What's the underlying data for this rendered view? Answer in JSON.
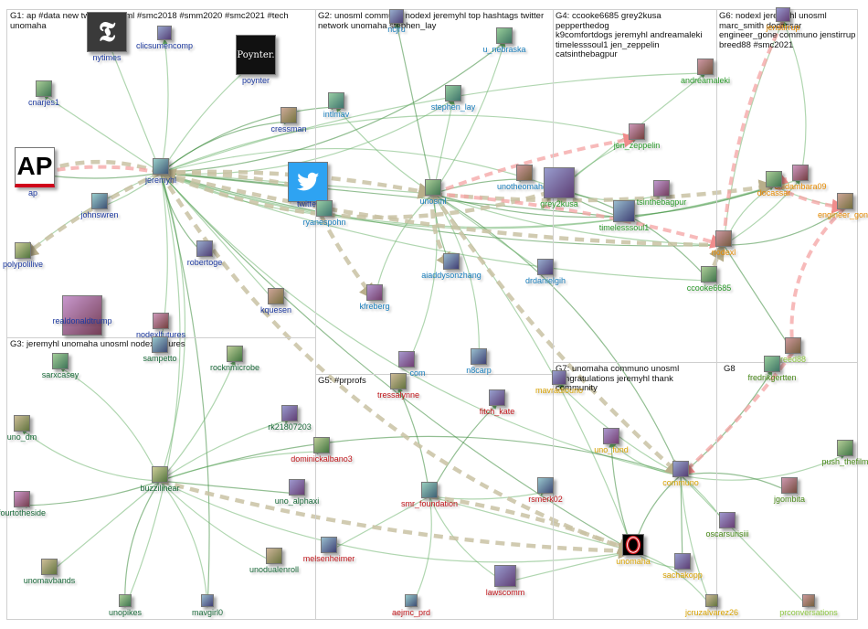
{
  "groups": [
    {
      "id": "G1",
      "title": "G1: ap #data new twitter unosml #smc2018 #smm2020 #smc2021 #tech\nunomaha"
    },
    {
      "id": "G2",
      "title": "G2: unosml communo nodexl jeremyhl top hashtags twitter\nnetwork unomaha stephen_lay"
    },
    {
      "id": "G3",
      "title": "G3: jeremyhl unomaha unosml nodexl futures"
    },
    {
      "id": "G4",
      "title": "G4: ccooke6685 grey2kusa pepperthedog\nk9comfortdogs jeremyhl andreamaleki\ntimelesssoul1 jen_zeppelin\ncatsinthebagpur"
    },
    {
      "id": "G5",
      "title": "G5: #prprofs"
    },
    {
      "id": "G6",
      "title": "G6: nodexl jeremyhl unosml\nmarc_smith docassar\nengineer_gone communo jenstirrup\nbreed88 #smc2021"
    },
    {
      "id": "G7",
      "title": "G7: unomaha communo unosml\ncongratulations jeremyhl thank community"
    },
    {
      "id": "G8",
      "title": "G8"
    }
  ],
  "nodes": [
    {
      "id": "nytimes",
      "label": "nytimes",
      "color": "#1e3aa0",
      "avatar": "logo-nyt"
    },
    {
      "id": "clicsumencomp",
      "label": "clicsumencomp",
      "color": "#1e3aa0",
      "avatar": "photo"
    },
    {
      "id": "poynter",
      "label": "poynter",
      "color": "#1e3aa0",
      "avatar": "logo-poynter",
      "logo_text": "Poynter."
    },
    {
      "id": "cnarjes1",
      "label": "cnarjes1",
      "color": "#1e3aa0",
      "avatar": "photo"
    },
    {
      "id": "cressman",
      "label": "cressman",
      "color": "#1e3aa0",
      "avatar": "photo"
    },
    {
      "id": "ap",
      "label": "ap",
      "color": "#1e3aa0",
      "avatar": "logo-ap",
      "logo_text": "AP"
    },
    {
      "id": "jeremyhl",
      "label": "jeremyhl",
      "color": "#1e3aa0",
      "avatar": "photo"
    },
    {
      "id": "johnswren",
      "label": "johnswren",
      "color": "#1e3aa0",
      "avatar": "photo"
    },
    {
      "id": "twitter",
      "label": "twitter",
      "color": "#1e3aa0",
      "avatar": "logo-twitter"
    },
    {
      "id": "polypolilive",
      "label": "polypolilive",
      "color": "#1e3aa0",
      "avatar": "photo"
    },
    {
      "id": "robertoge",
      "label": "robertoge",
      "color": "#1e3aa0",
      "avatar": "photo"
    },
    {
      "id": "kquesen",
      "label": "kquesen",
      "color": "#1e3aa0",
      "avatar": "photo"
    },
    {
      "id": "realdonaldtrump",
      "label": "realdonaldtrump",
      "color": "#1e3aa0",
      "avatar": "photo"
    },
    {
      "id": "nodexlfutures",
      "label": "nodexlfutures",
      "color": "#1e3aa0",
      "avatar": "photo"
    },
    {
      "id": "ncjru",
      "label": "ncjru",
      "color": "#1a7fbd",
      "avatar": "photo"
    },
    {
      "id": "u_nebraska",
      "label": "u_nebraska",
      "color": "#1a7fbd",
      "avatar": "photo"
    },
    {
      "id": "intlmav",
      "label": "intlmav",
      "color": "#1a7fbd",
      "avatar": "photo"
    },
    {
      "id": "stephen_lay",
      "label": "stephen_lay",
      "color": "#1a7fbd",
      "avatar": "photo"
    },
    {
      "id": "ryanespohn",
      "label": "ryanespohn",
      "color": "#1a7fbd",
      "avatar": "photo"
    },
    {
      "id": "unosml",
      "label": "unosml",
      "color": "#1a7fbd",
      "avatar": "photo"
    },
    {
      "id": "unotheomahan",
      "label": "unotheomahan",
      "color": "#1a7fbd",
      "avatar": "photo"
    },
    {
      "id": "aiaddysonzhang",
      "label": "aiaddysonzhang",
      "color": "#1a7fbd",
      "avatar": "photo"
    },
    {
      "id": "drdanielgih",
      "label": "drdanielgih",
      "color": "#1a7fbd",
      "avatar": "photo"
    },
    {
      "id": "kfreberg",
      "label": "kfreberg",
      "color": "#1a7fbd",
      "avatar": "photo"
    },
    {
      "id": "dotcom",
      "label": "com",
      "color": "#1a7fbd",
      "avatar": "photo"
    },
    {
      "id": "n8carp",
      "label": "n8carp",
      "color": "#1a7fbd",
      "avatar": "photo"
    },
    {
      "id": "andreamaleki",
      "label": "andreamaleki",
      "color": "#2a9a2a",
      "avatar": "photo"
    },
    {
      "id": "jen_zeppelin",
      "label": "jen_zeppelin",
      "color": "#2a9a2a",
      "avatar": "photo"
    },
    {
      "id": "grey2kusa",
      "label": "grey2kusa",
      "color": "#2a9a2a",
      "avatar": "photo"
    },
    {
      "id": "catsinthebagpur",
      "label": "tsinthebagpur",
      "color": "#2a9a2a",
      "avatar": "photo"
    },
    {
      "id": "timelesssoul1",
      "label": "timelesssoul1",
      "color": "#2a9a2a",
      "avatar": "photo"
    },
    {
      "id": "ccooke6685",
      "label": "ccooke6685",
      "color": "#2a9a2a",
      "avatar": "photo"
    },
    {
      "id": "jenstirrup",
      "label": "jenstirrup",
      "color": "#e68a00",
      "avatar": "photo"
    },
    {
      "id": "chidambara09",
      "label": "chidambara09",
      "color": "#e68a00",
      "avatar": "photo"
    },
    {
      "id": "docassar",
      "label": "docassar",
      "color": "#e68a00",
      "avatar": "photo"
    },
    {
      "id": "engineer_gone",
      "label": "engineer_gone",
      "color": "#e68a00",
      "avatar": "photo"
    },
    {
      "id": "nodexl",
      "label": "nodexl",
      "color": "#e68a00",
      "avatar": "photo"
    },
    {
      "id": "sarxcasey",
      "label": "sarxcasey",
      "color": "#1a6a3a",
      "avatar": "photo"
    },
    {
      "id": "sampetto",
      "label": "sampetto",
      "color": "#1a6a3a",
      "avatar": "photo"
    },
    {
      "id": "rocknmicrobe",
      "label": "rocknmicrobe",
      "color": "#1a6a3a",
      "avatar": "photo"
    },
    {
      "id": "uno_dm",
      "label": "uno_dm",
      "color": "#1a6a3a",
      "avatar": "photo"
    },
    {
      "id": "rk21807203",
      "label": "rk21807203",
      "color": "#1a6a3a",
      "avatar": "photo"
    },
    {
      "id": "buzzilinear",
      "label": "buzzilinear",
      "color": "#1a6a3a",
      "avatar": "photo"
    },
    {
      "id": "uno_alphaxi",
      "label": "uno_alphaxi",
      "color": "#1a6a3a",
      "avatar": "photo"
    },
    {
      "id": "fourtotheside",
      "label": "fourtotheside",
      "color": "#1a6a3a",
      "avatar": "photo"
    },
    {
      "id": "unomavbands",
      "label": "unomavbands",
      "color": "#1a6a3a",
      "avatar": "photo"
    },
    {
      "id": "unodualenroll",
      "label": "unodualenroll",
      "color": "#1a6a3a",
      "avatar": "photo"
    },
    {
      "id": "unopikes",
      "label": "unopikes",
      "color": "#1a6a3a",
      "avatar": "photo"
    },
    {
      "id": "mavgirl0",
      "label": "mavgirl0",
      "color": "#1a6a3a",
      "avatar": "photo"
    },
    {
      "id": "tressalynne",
      "label": "tressalynne",
      "color": "#c0151a",
      "avatar": "photo"
    },
    {
      "id": "fitch_kate",
      "label": "fitch_kate",
      "color": "#c0151a",
      "avatar": "photo"
    },
    {
      "id": "dominickalbano3",
      "label": "dominickalbano3",
      "color": "#c0151a",
      "avatar": "photo"
    },
    {
      "id": "smr_foundation",
      "label": "smr_foundation",
      "color": "#c0151a",
      "avatar": "photo"
    },
    {
      "id": "rsmerk02",
      "label": "rsmerk02",
      "color": "#c0151a",
      "avatar": "photo"
    },
    {
      "id": "melsenheimer",
      "label": "melsenheimer",
      "color": "#c0151a",
      "avatar": "photo"
    },
    {
      "id": "lawscomm",
      "label": "lawscomm",
      "color": "#c0151a",
      "avatar": "photo"
    },
    {
      "id": "aejmc_prd",
      "label": "aejmc_prd",
      "color": "#c0151a",
      "avatar": "photo"
    },
    {
      "id": "mavradiouno",
      "label": "mavradiouno",
      "color": "#d9a300",
      "avatar": "photo"
    },
    {
      "id": "uno_fund",
      "label": "uno_fund",
      "color": "#d9a300",
      "avatar": "photo"
    },
    {
      "id": "communo",
      "label": "communo",
      "color": "#d9a300",
      "avatar": "photo"
    },
    {
      "id": "unomaha",
      "label": "unomaha",
      "color": "#d9a300",
      "avatar": "logo-unomaha"
    },
    {
      "id": "sachakopp",
      "label": "sachakopp",
      "color": "#d9a300",
      "avatar": "photo"
    },
    {
      "id": "jcruzalvarez26",
      "label": "jcruzalvarez26",
      "color": "#d9a300",
      "avatar": "photo"
    },
    {
      "id": "breed88",
      "label": "reed88",
      "color": "#8cc63f",
      "avatar": "photo"
    },
    {
      "id": "fredrikgertten",
      "label": "fredrikgertten",
      "color": "#4a8a1a",
      "avatar": "photo"
    },
    {
      "id": "push_thefilm",
      "label": "push_thefilm",
      "color": "#4a8a1a",
      "avatar": "photo"
    },
    {
      "id": "jgombita",
      "label": "jgombita",
      "color": "#4a8a1a",
      "avatar": "photo"
    },
    {
      "id": "oscarsurisiii",
      "label": "oscarsurisiii",
      "color": "#4a8a1a",
      "avatar": "photo"
    },
    {
      "id": "prconversations",
      "label": "prconversations",
      "color": "#8cc63f",
      "avatar": "photo"
    }
  ],
  "edges": [
    [
      "jeremyhl",
      "cressman"
    ],
    [
      "jeremyhl",
      "poynter"
    ],
    [
      "jeremyhl",
      "unosml"
    ],
    [
      "jeremyhl",
      "nodexl"
    ],
    [
      "jeremyhl",
      "docassar"
    ],
    [
      "jeremyhl",
      "grey2kusa"
    ],
    [
      "jeremyhl",
      "ap"
    ],
    [
      "jeremyhl",
      "cnarjes1"
    ],
    [
      "jeremyhl",
      "polypolilive"
    ],
    [
      "jeremyhl",
      "robertoge"
    ],
    [
      "jeremyhl",
      "buzzilinear"
    ],
    [
      "jeremyhl",
      "sampetto"
    ],
    [
      "jeremyhl",
      "twitter"
    ],
    [
      "jeremyhl",
      "ryanespohn"
    ],
    [
      "jeremyhl",
      "stephen_lay"
    ],
    [
      "jeremyhl",
      "intlmav"
    ],
    [
      "jeremyhl",
      "johnswren"
    ],
    [
      "jeremyhl",
      "kquesen"
    ],
    [
      "jeremyhl",
      "unomaha"
    ],
    [
      "jeremyhl",
      "communo"
    ],
    [
      "jeremyhl",
      "unopikes"
    ],
    [
      "jeremyhl",
      "mavgirl0"
    ],
    [
      "jeremyhl",
      "nytimes"
    ],
    [
      "jeremyhl",
      "clicsumencomp"
    ],
    [
      "jeremyhl",
      "u_nebraska"
    ],
    [
      "jeremyhl",
      "jen_zeppelin"
    ],
    [
      "jeremyhl",
      "andreamaleki"
    ],
    [
      "jeremyhl",
      "timelesssoul1"
    ],
    [
      "jeremyhl",
      "ccooke6685"
    ],
    [
      "jeremyhl",
      "chidambara09"
    ],
    [
      "unosml",
      "communo"
    ],
    [
      "unosml",
      "unomaha"
    ],
    [
      "unosml",
      "drdanielgih"
    ],
    [
      "unosml",
      "aiaddysonzhang"
    ],
    [
      "unosml",
      "kfreberg"
    ],
    [
      "unosml",
      "n8carp"
    ],
    [
      "unosml",
      "unotheomahan"
    ],
    [
      "unosml",
      "stephen_lay"
    ],
    [
      "unosml",
      "nodexl"
    ],
    [
      "unosml",
      "docassar"
    ],
    [
      "unosml",
      "dotcom"
    ],
    [
      "unosml",
      "intlmav"
    ],
    [
      "unosml",
      "ncjru"
    ],
    [
      "unosml",
      "u_nebraska"
    ],
    [
      "grey2kusa",
      "catsinthebagpur"
    ],
    [
      "grey2kusa",
      "ccooke6685"
    ],
    [
      "grey2kusa",
      "jen_zeppelin"
    ],
    [
      "grey2kusa",
      "andreamaleki"
    ],
    [
      "grey2kusa",
      "timelesssoul1"
    ],
    [
      "buzzilinear",
      "sarxcasey"
    ],
    [
      "buzzilinear",
      "uno_dm"
    ],
    [
      "buzzilinear",
      "fourtotheside"
    ],
    [
      "buzzilinear",
      "unomavbands"
    ],
    [
      "buzzilinear",
      "unodualenroll"
    ],
    [
      "buzzilinear",
      "unopikes"
    ],
    [
      "buzzilinear",
      "mavgirl0"
    ],
    [
      "buzzilinear",
      "rk21807203"
    ],
    [
      "buzzilinear",
      "uno_alphaxi"
    ],
    [
      "buzzilinear",
      "rocknmicrobe"
    ],
    [
      "buzzilinear",
      "unomaha"
    ],
    [
      "buzzilinear",
      "communo"
    ],
    [
      "buzzilinear",
      "dominickalbano3"
    ],
    [
      "smr_foundation",
      "unomaha"
    ],
    [
      "smr_foundation",
      "tressalynne"
    ],
    [
      "smr_foundation",
      "lawscomm"
    ],
    [
      "smr_foundation",
      "aejmc_prd"
    ],
    [
      "smr_foundation",
      "fitch_kate"
    ],
    [
      "smr_foundation",
      "melsenheimer"
    ],
    [
      "smr_foundation",
      "rsmerk02"
    ],
    [
      "communo",
      "unomaha"
    ],
    [
      "communo",
      "uno_fund"
    ],
    [
      "communo",
      "mavradiouno"
    ],
    [
      "communo",
      "sachakopp"
    ],
    [
      "communo",
      "jcruzalvarez26"
    ],
    [
      "communo",
      "push_thefilm"
    ],
    [
      "communo",
      "jgombita"
    ],
    [
      "communo",
      "oscarsurisiii"
    ],
    [
      "communo",
      "prconversations"
    ],
    [
      "communo",
      "fredrikgertten"
    ],
    [
      "unomaha",
      "sachakopp"
    ],
    [
      "unomaha",
      "jcruzalvarez26"
    ],
    [
      "unomaha",
      "uno_fund"
    ],
    [
      "unomaha",
      "lawscomm"
    ],
    [
      "nodexl",
      "chidambara09"
    ],
    [
      "nodexl",
      "engineer_gone"
    ],
    [
      "nodexl",
      "docassar"
    ],
    [
      "nodexl",
      "jenstirrup"
    ],
    [
      "nodexl",
      "breed88"
    ],
    [
      "docassar",
      "engineer_gone"
    ],
    [
      "chidambara09",
      "jenstirrup"
    ]
  ],
  "thick_edges": [
    [
      "jeremyhl",
      "unosml"
    ],
    [
      "unosml",
      "communo"
    ],
    [
      "jeremyhl",
      "unomaha"
    ],
    [
      "nodexl",
      "jeremyhl"
    ],
    [
      "unosml",
      "docassar"
    ],
    [
      "jeremyhl",
      "grey2kusa"
    ],
    [
      "smr_foundation",
      "unomaha"
    ],
    [
      "buzzilinear",
      "unomaha"
    ],
    [
      "jeremyhl",
      "ap"
    ],
    [
      "jeremyhl",
      "twitter"
    ],
    [
      "twitter",
      "kfreberg"
    ],
    [
      "unosml",
      "aiaddysonzhang"
    ],
    [
      "ccooke6685",
      "nodexl"
    ],
    [
      "jeremyhl",
      "polypolilive"
    ]
  ],
  "pink_edges": [
    [
      "unosml",
      "nodexl"
    ],
    [
      "jeremyhl",
      "ap"
    ],
    [
      "engineer_gone",
      "breed88"
    ],
    [
      "breed88",
      "communo"
    ],
    [
      "jenstirrup",
      "nodexl"
    ],
    [
      "chidambara09",
      "docassar"
    ],
    [
      "unosml",
      "jen_zeppelin"
    ],
    [
      "docassar",
      "engineer_gone"
    ]
  ],
  "colors": {
    "edge_green": "#6fb56f",
    "edge_dark_green": "#3a8a3a",
    "edge_thick": "#c9c2a3",
    "edge_pink": "#f4a3a3",
    "group_border": "#cfcfcf"
  }
}
